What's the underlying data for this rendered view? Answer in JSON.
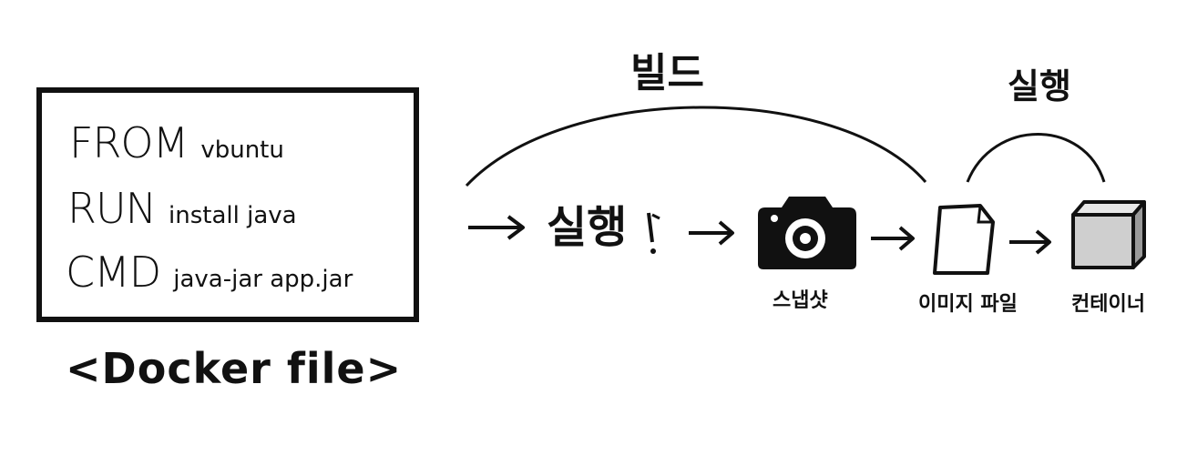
{
  "dockerfile": {
    "lines": [
      {
        "keyword": "FROM",
        "arg": "vbuntu"
      },
      {
        "keyword": "RUN",
        "arg": "install java"
      },
      {
        "keyword": "CMD",
        "arg": "java-jar app.jar"
      }
    ],
    "caption": "<Docker file>"
  },
  "flow": {
    "build_label": "빌드",
    "run_label": "실행",
    "exec_step": "실행",
    "snapshot_label": "스냅샷",
    "image_label": "이미지 파일",
    "container_label": "컨테이너"
  },
  "icons": [
    "arrow-icon",
    "camera-icon",
    "file-icon",
    "box-icon"
  ]
}
